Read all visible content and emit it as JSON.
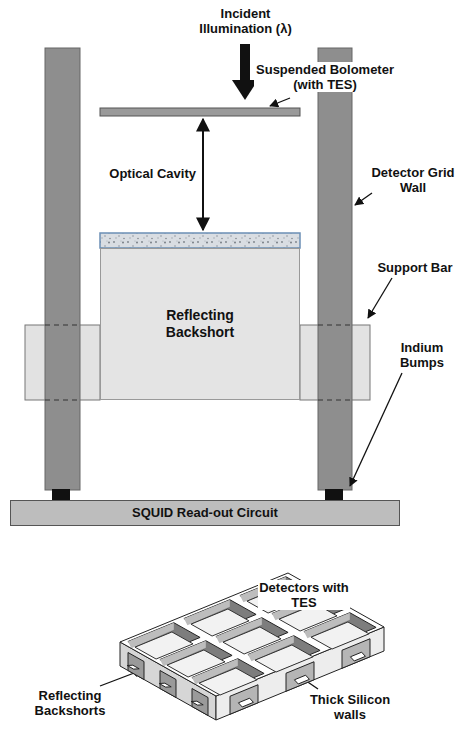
{
  "diagram": {
    "nodes": [
      {
        "text": [
          "Reflecting Backshort"
        ]
      },
      {
        "text": [
          "SQUID Read-out Circuit"
        ]
      }
    ],
    "labels": [
      "Incident Illumination (λ)",
      "Suspended Bolometer (with TES)",
      "Optical Cavity",
      "Detector Grid Wall",
      "Support Bar",
      "Indium Bumps",
      "Detectors with TES",
      "Reflecting Backshorts",
      "Thick Silicon walls"
    ]
  }
}
